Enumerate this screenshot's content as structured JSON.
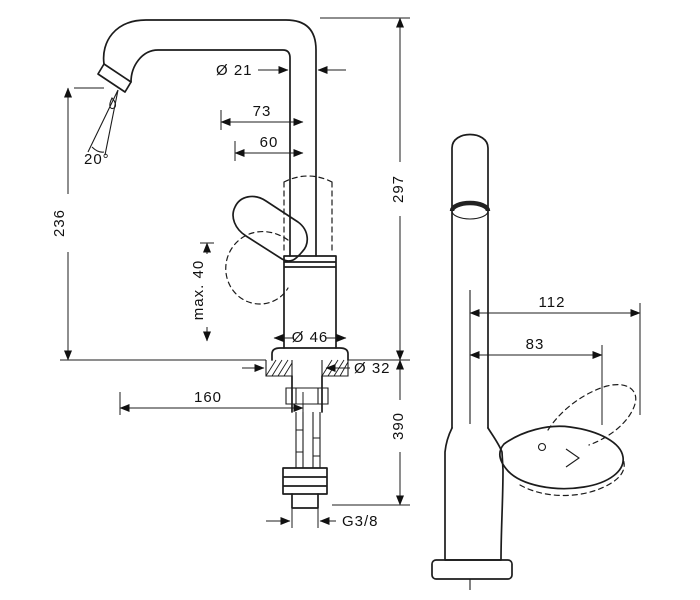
{
  "dimensions": {
    "dia21": "Ø 21",
    "d73": "73",
    "d60": "60",
    "d297": "297",
    "angle20": "20°",
    "d236": "236",
    "max40": "max. 40",
    "dia46": "Ø 46",
    "dia32": "Ø 32",
    "d160": "160",
    "d390": "390",
    "thread": "G3/8",
    "d112": "112",
    "d83": "83"
  }
}
